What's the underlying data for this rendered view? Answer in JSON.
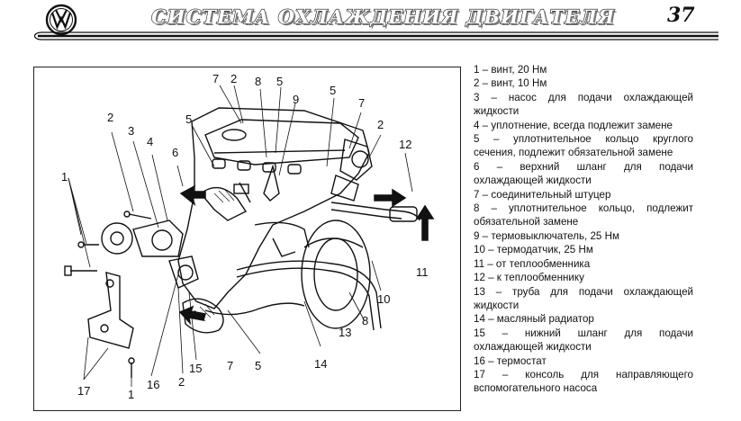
{
  "header": {
    "logo": "vw-logo",
    "title": "СИСТЕМА ОХЛАЖДЕНИЯ ДВИГАТЕЛЯ",
    "page_number": "37"
  },
  "diagram": {
    "callouts": [
      "1",
      "2",
      "3",
      "4",
      "5",
      "6",
      "7",
      "8",
      "9",
      "10",
      "11",
      "12",
      "13",
      "14",
      "15",
      "16",
      "17"
    ]
  },
  "legend": [
    "1 – винт, 20 Нм",
    "2 – винт, 10 Нм",
    "3 – насос для подачи охлаждающей жидкости",
    "4 – уплотнение, всегда подлежит замене",
    "5 – уплотнительное кольцо круглого сечения, подлежит обязательной замене",
    "6 – верхний шланг для подачи охлаждающей жидкости",
    "7 – соединительный штуцер",
    "8 – уплотнительное кольцо, подлежит обязательной замене",
    "9 – термовыключатель, 25 Нм",
    "10 – термодатчик, 25 Нм",
    "11 – от теплообменника",
    "12 – к теплообменнику",
    "13 – труба для подачи охлаждающей жидкости",
    "14 – масляный радиатор",
    "15 – нижний шланг для подачи охлаждающей жидкости",
    "16 – термостат",
    "17 – консоль для направляющего вспомогательного насоса"
  ]
}
